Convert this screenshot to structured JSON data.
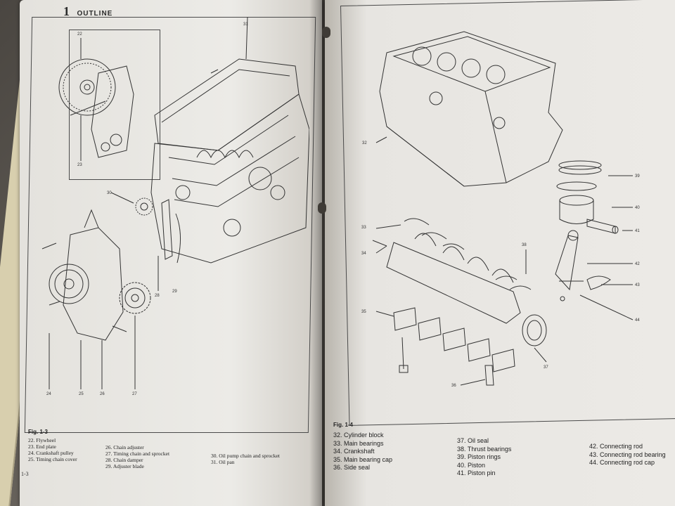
{
  "left_page": {
    "chapter_number": "1",
    "chapter_title": "OUTLINE",
    "figure_label": "Fig. 1-3",
    "page_number": "1-3",
    "legend_col1": [
      "22. Flywheel",
      "23. End plate",
      "24. Crankshaft pulley",
      "25. Timing chain cover"
    ],
    "legend_col2": [
      "26. Chain adjuster",
      "27. Timing chain and sprocket",
      "28. Chain damper",
      "29. Adjuster blade"
    ],
    "legend_col3": [
      "30. Oil pump chain and sprocket",
      "31. Oil pan"
    ],
    "callouts": [
      "22",
      "23",
      "24",
      "25",
      "26",
      "27",
      "28",
      "29",
      "30",
      "31"
    ]
  },
  "right_page": {
    "figure_label": "Fig. 1-4",
    "legend_col1": [
      "32. Cylinder block",
      "33. Main bearings",
      "34. Crankshaft",
      "35. Main bearing cap",
      "36. Side seal"
    ],
    "legend_col2": [
      "37. Oil seal",
      "38. Thrust bearings",
      "39. Piston rings",
      "40. Piston",
      "41. Piston pin"
    ],
    "legend_col3": [
      "42. Connecting rod",
      "43. Connecting rod bearing",
      "44. Connecting rod cap"
    ],
    "callouts": [
      "32",
      "33",
      "34",
      "35",
      "36",
      "37",
      "38",
      "39",
      "40",
      "41",
      "42",
      "43",
      "44"
    ]
  }
}
